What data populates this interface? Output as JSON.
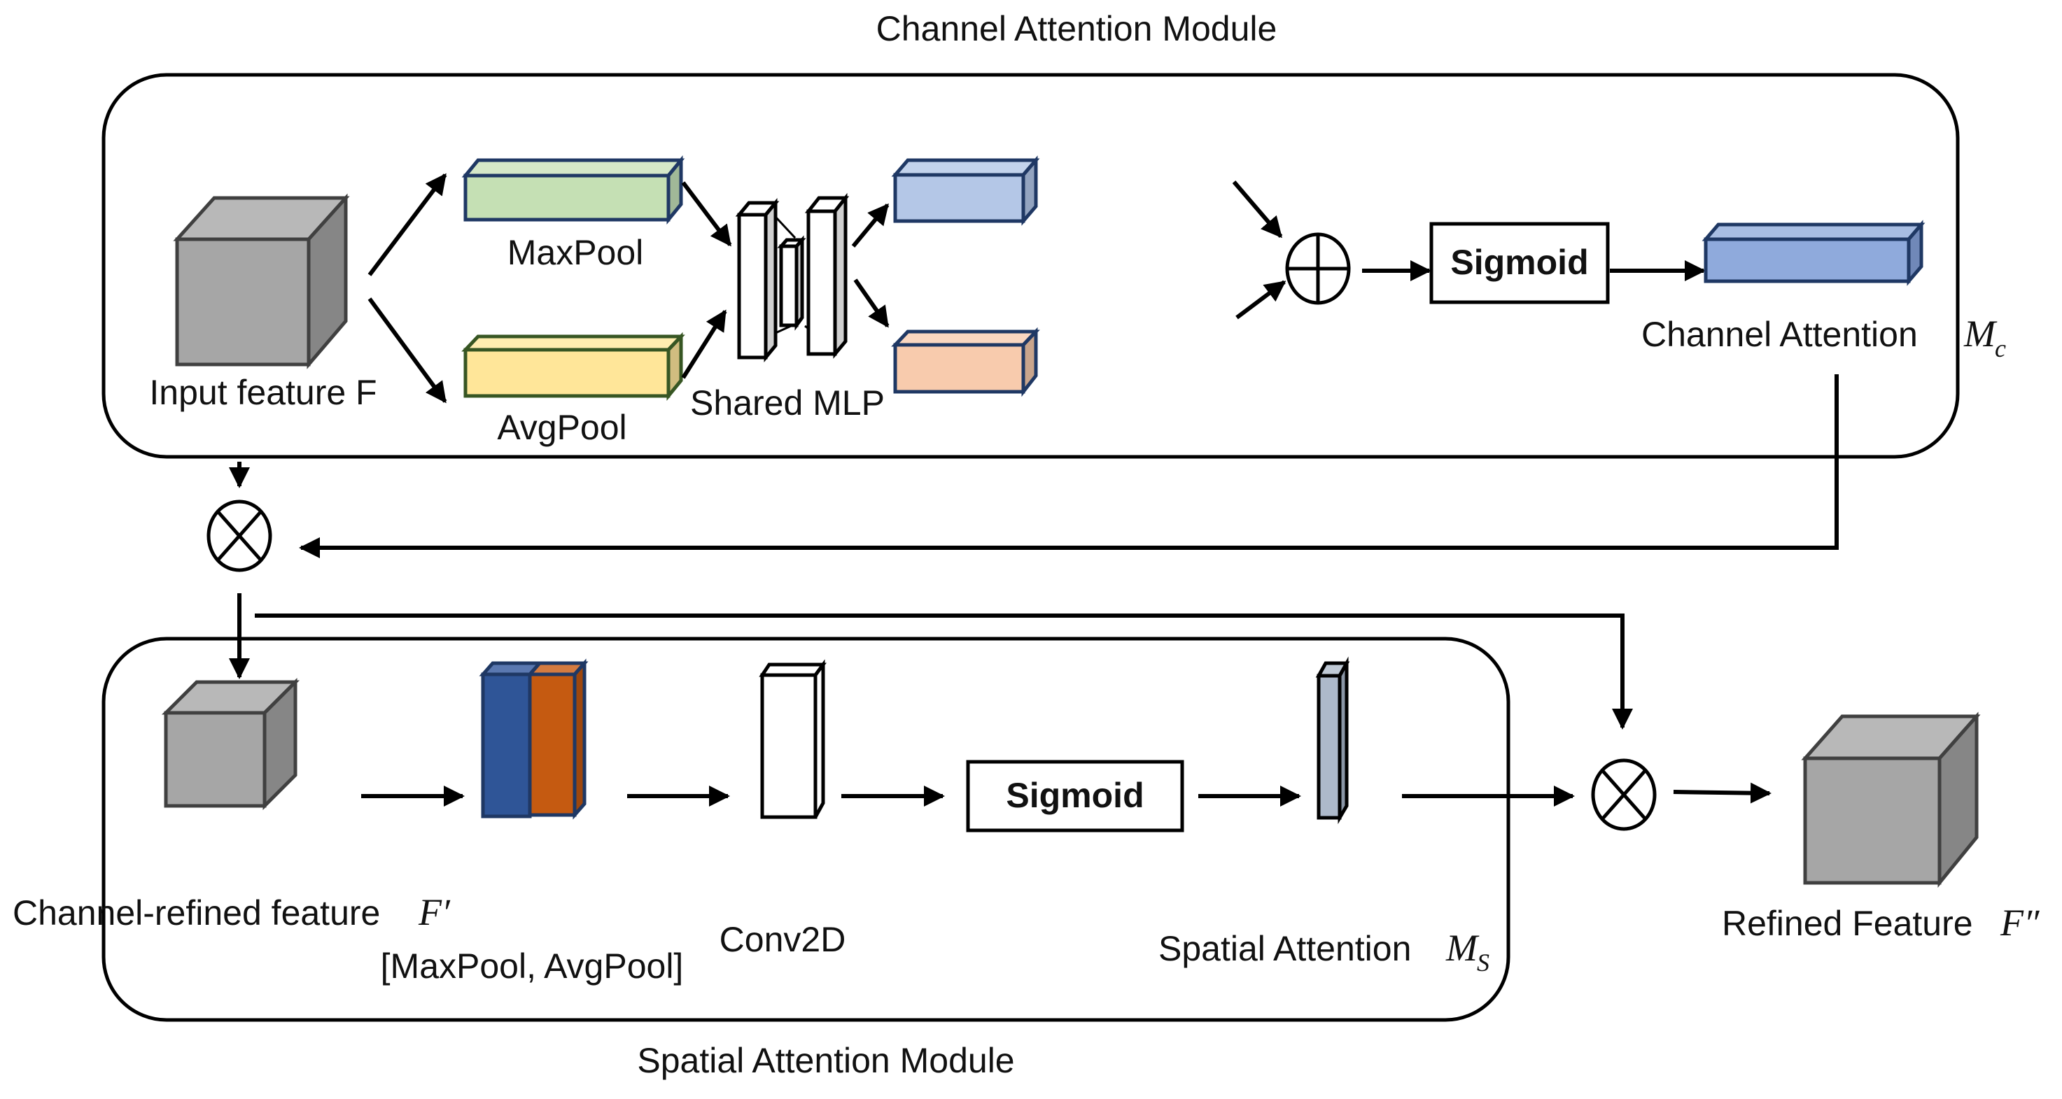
{
  "modules": {
    "channel": {
      "title": "Channel Attention Module"
    },
    "spatial": {
      "title": "Spatial Attention Module"
    }
  },
  "labels": {
    "input_feature": "Input feature F",
    "maxpool": "MaxPool",
    "avgpool": "AvgPool",
    "shared_mlp": "Shared MLP",
    "sigmoid_channel": "Sigmoid",
    "channel_attention": "Channel Attention",
    "channel_attention_symbol": "M",
    "channel_attention_subscript": "c",
    "channel_refined": "Channel-refined feature",
    "channel_refined_symbol": "F′",
    "pool_concat": "[MaxPool, AvgPool]",
    "conv2d": "Conv2D",
    "sigmoid_spatial": "Sigmoid",
    "spatial_attention": "Spatial Attention",
    "spatial_attention_symbol": "M",
    "spatial_attention_subscript": "S",
    "refined_feature": "Refined Feature",
    "refined_feature_symbol": "F″"
  },
  "operators": {
    "add": "element-wise sum",
    "multiply": "element-wise multiplication"
  },
  "colors": {
    "cube_front": "#a6a6a6",
    "cube_top": "#b8b8b8",
    "cube_side": "#868686",
    "cube_stroke": "#404040",
    "maxpool_fill": "#c5e0b4",
    "avgpool_fill": "#ffe699",
    "mlp_out_blue": "#b4c7e7",
    "mlp_out_orange": "#f8cbad",
    "channel_attention_fill": "#8faadc",
    "concat_blue": "#2f5597",
    "concat_orange": "#c55a11",
    "spatial_attention_fill": "#adb9ca",
    "dark_stroke": "#1f3864"
  }
}
